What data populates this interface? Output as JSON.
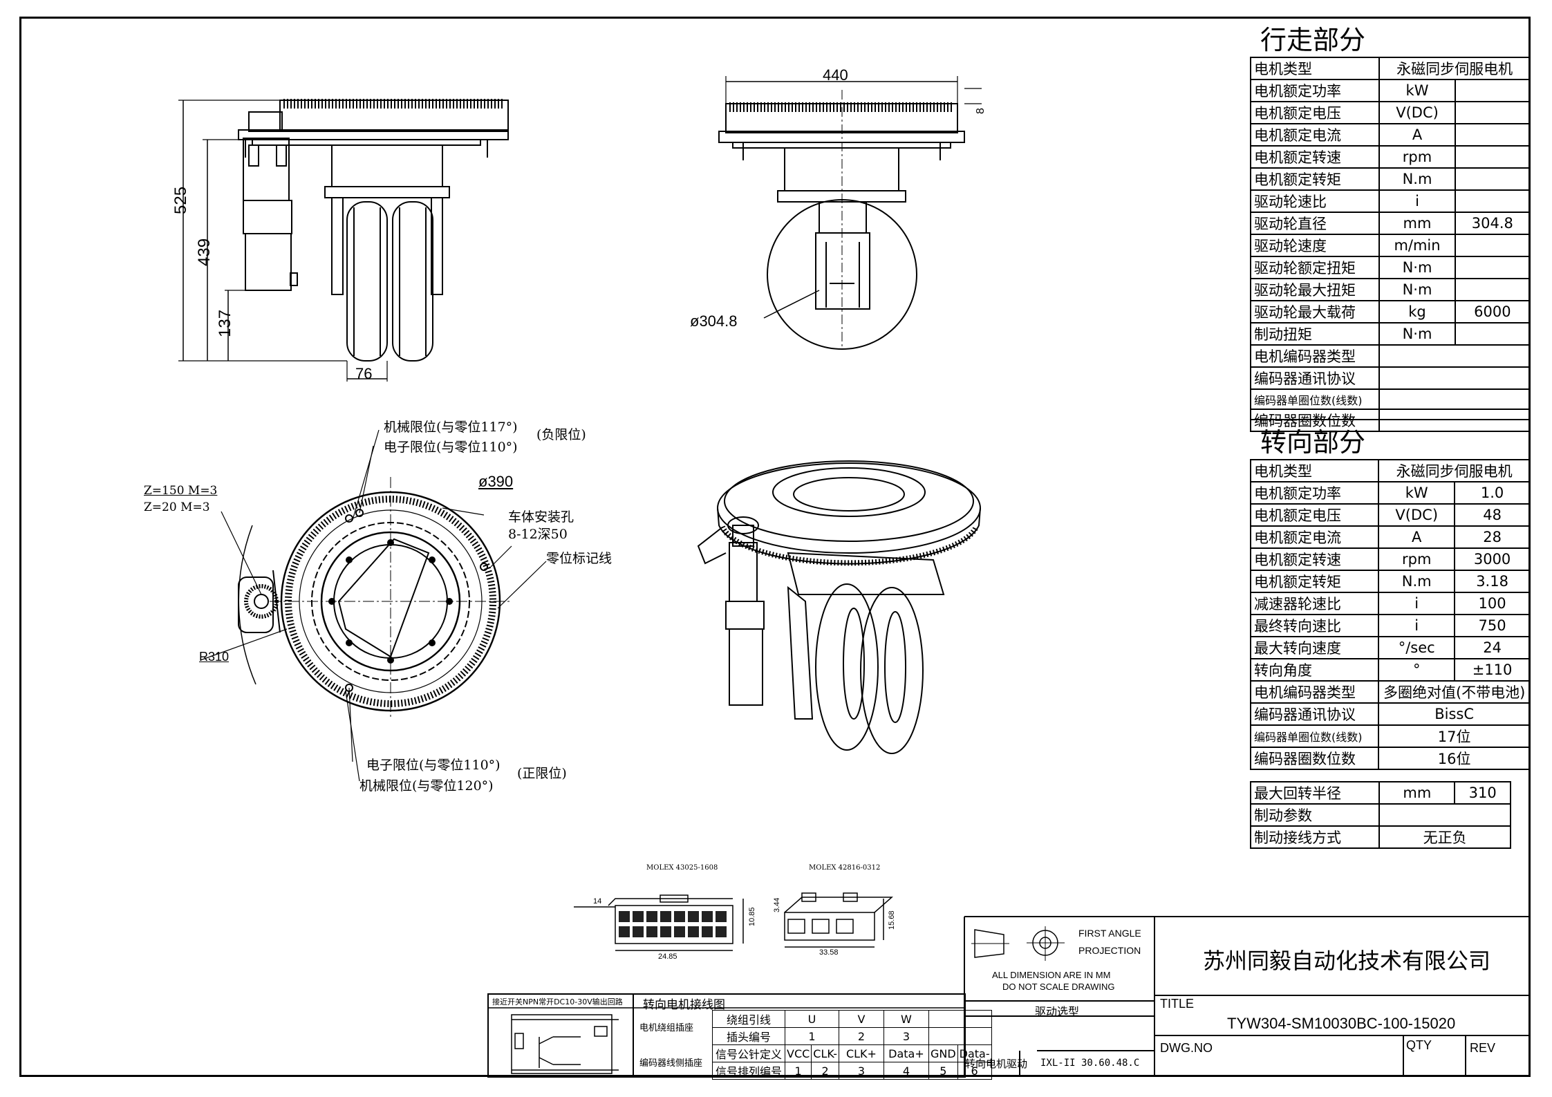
{
  "drawing": {
    "side_view": {
      "dim_total": "525",
      "dim_motor": "439",
      "dim_ground": "137",
      "dim_wheel": "76"
    },
    "front_view": {
      "dim_width": "440",
      "dim_small": "8",
      "dim_dia": "ø304.8"
    },
    "top_view": {
      "mech_limit_neg": "机械限位(与零位117°)",
      "neg_note": "(负限位)",
      "elec_limit_neg": "电子限位(与零位110°)",
      "gear_z1": "Z=150  M=3",
      "gear_z2": "Z=20   M=3",
      "dia": "ø390",
      "mount_holes": "车体安装孔",
      "mount_spec": "8-12深50",
      "zero_line": "零位标记线",
      "radius": "R310",
      "elec_limit_pos": "电子限位(与零位110°)",
      "pos_note": "(正限位)",
      "mech_limit_pos": "机械限位(与零位120°)"
    },
    "connectors": {
      "c1": "MOLEX 43025-1608",
      "c2": "MOLEX 42816-0312",
      "d1": "14",
      "d2": "24.85",
      "d3": "10.85",
      "d4": "33.58",
      "d5": "3.44",
      "d6": "15.68"
    }
  },
  "drive_section": {
    "title": "行走部分",
    "rows": [
      {
        "label": "电机类型",
        "unit": "永磁同步伺服电机",
        "value": "",
        "span": true
      },
      {
        "label": "电机额定功率",
        "unit": "kW",
        "value": ""
      },
      {
        "label": "电机额定电压",
        "unit": "V(DC)",
        "value": ""
      },
      {
        "label": "电机额定电流",
        "unit": "A",
        "value": ""
      },
      {
        "label": "电机额定转速",
        "unit": "rpm",
        "value": ""
      },
      {
        "label": "电机额定转矩",
        "unit": "N.m",
        "value": ""
      },
      {
        "label": "驱动轮速比",
        "unit": "i",
        "value": ""
      },
      {
        "label": "驱动轮直径",
        "unit": "mm",
        "value": "304.8"
      },
      {
        "label": "驱动轮速度",
        "unit": "m/min",
        "value": ""
      },
      {
        "label": "驱动轮额定扭矩",
        "unit": "N·m",
        "value": ""
      },
      {
        "label": "驱动轮最大扭矩",
        "unit": "N·m",
        "value": ""
      },
      {
        "label": "驱动轮最大载荷",
        "unit": "kg",
        "value": "6000"
      },
      {
        "label": "制动扭矩",
        "unit": "N·m",
        "value": ""
      },
      {
        "label": "电机编码器类型",
        "unit": "",
        "value": "",
        "span": true
      },
      {
        "label": "编码器通讯协议",
        "unit": "",
        "value": "",
        "span": true
      },
      {
        "label": "编码器单圈位数(线数)",
        "unit": "",
        "value": "",
        "span": true,
        "small": true
      },
      {
        "label": "编码器圈数位数",
        "unit": "",
        "value": "",
        "span": true
      }
    ]
  },
  "steer_section": {
    "title": "转向部分",
    "rows": [
      {
        "label": "电机类型",
        "unit": "永磁同步伺服电机",
        "value": "",
        "span": true
      },
      {
        "label": "电机额定功率",
        "unit": "kW",
        "value": "1.0"
      },
      {
        "label": "电机额定电压",
        "unit": "V(DC)",
        "value": "48"
      },
      {
        "label": "电机额定电流",
        "unit": "A",
        "value": "28"
      },
      {
        "label": "电机额定转速",
        "unit": "rpm",
        "value": "3000"
      },
      {
        "label": "电机额定转矩",
        "unit": "N.m",
        "value": "3.18"
      },
      {
        "label": "减速器轮速比",
        "unit": "i",
        "value": "100"
      },
      {
        "label": "最终转向速比",
        "unit": "i",
        "value": "750"
      },
      {
        "label": "最大转向速度",
        "unit": "°/sec",
        "value": "24"
      },
      {
        "label": "转向角度",
        "unit": "°",
        "value": "±110"
      },
      {
        "label": "电机编码器类型",
        "unit": "多圈绝对值(不带电池)",
        "value": "",
        "span": true
      },
      {
        "label": "编码器通讯协议",
        "unit": "BissC",
        "value": "",
        "span": true
      },
      {
        "label": "编码器单圈位数(线数)",
        "unit": "17位",
        "value": "",
        "span": true,
        "small": true
      },
      {
        "label": "编码器圈数位数",
        "unit": "16位",
        "value": "",
        "span": true
      }
    ]
  },
  "extra_section": {
    "rows": [
      {
        "label": "最大回转半径",
        "unit": "mm",
        "value": "310"
      },
      {
        "label": "制动参数",
        "unit": "",
        "value": "",
        "span": true
      },
      {
        "label": "制动接线方式",
        "unit": "无正负",
        "value": "",
        "span": true
      }
    ]
  },
  "title_block": {
    "first_angle": "FIRST ANGLE",
    "projection": "PROJECTION",
    "dim_note1": "ALL DIMENSION ARE IN MM",
    "dim_note2": "DO NOT SCALE DRAWING",
    "selection": "驱动选型",
    "steer_drive": "转向电机驱动",
    "drive_model": "IXL-II 30.60.48.C",
    "company": "苏州同毅自动化技术有限公司",
    "title_label": "TITLE",
    "title_value": "TYW304-SM10030BC-100-15020",
    "dwg_label": "DWG.NO",
    "qty_label": "QTY",
    "rev_label": "REV"
  },
  "wiring": {
    "switch_title": "接近开关NPN常开DC10-30V输出回路",
    "diagram_title": "转向电机接线图",
    "motor_socket": "电机绕组插座",
    "encoder_socket": "编码器线侧插座",
    "row1_label": "绕组引线",
    "row1": [
      "U",
      "V",
      "W",
      ""
    ],
    "row2_label": "插头编号",
    "row2": [
      "1",
      "2",
      "3",
      ""
    ],
    "row3_label": "信号公针定义",
    "row3": [
      "VCC",
      "CLK-",
      "CLK+",
      "Data+",
      "GND",
      "Data-"
    ],
    "row4_label": "信号排列编号",
    "row4": [
      "1",
      "2",
      "3",
      "4",
      "5",
      "6"
    ]
  }
}
